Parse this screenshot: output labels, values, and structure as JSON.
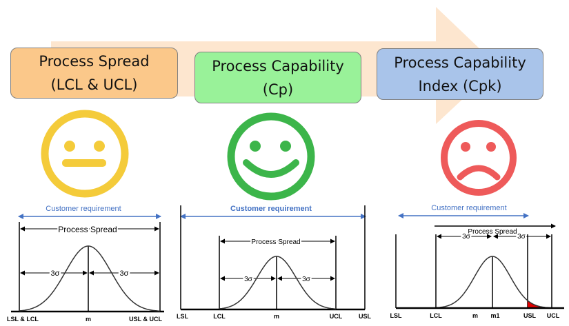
{
  "steps": [
    {
      "title_line1": "Process Spread",
      "title_line2": "(LCL & UCL)",
      "face": "neutral-face-icon",
      "color": "#fbc88a"
    },
    {
      "title_line1": "Process Capability",
      "title_line2": "(Cp)",
      "face": "happy-face-icon",
      "color": "#99f299"
    },
    {
      "title_line1": "Process Capability",
      "title_line2": "Index (Cpk)",
      "face": "sad-face-icon",
      "color": "#a9c4ea"
    }
  ],
  "face_colors": {
    "neutral": "#f4cb3a",
    "happy": "#3cb54a",
    "sad": "#ee5a5a"
  },
  "arrow_color": "#fde6cf",
  "customer_color": "#4472c4",
  "tail_color": "#e00000",
  "charts": [
    {
      "customer_label": "Customer requirement",
      "spread_label": "Process Spread",
      "sigma_left": "3σ",
      "sigma_right": "3σ",
      "label_left": "LSL & LCL",
      "label_mean": "m",
      "label_right": "USL & UCL"
    },
    {
      "customer_label": "Customer requirement",
      "spread_label": "Process Spread",
      "sigma_left": "3σ",
      "sigma_right": "3σ",
      "label_lsl": "LSL",
      "label_lcl": "LCL",
      "label_mean": "m",
      "label_ucl": "UCL",
      "label_usl": "USL"
    },
    {
      "customer_label": "Customer requirement",
      "spread_label": "Process Spread",
      "sigma_left": "3σ",
      "sigma_right": "3σ",
      "label_lsl": "LSL",
      "label_lcl": "LCL",
      "label_mean": "m",
      "label_mean_shift": "m1",
      "label_usl": "USL",
      "label_ucl": "UCL"
    }
  ]
}
